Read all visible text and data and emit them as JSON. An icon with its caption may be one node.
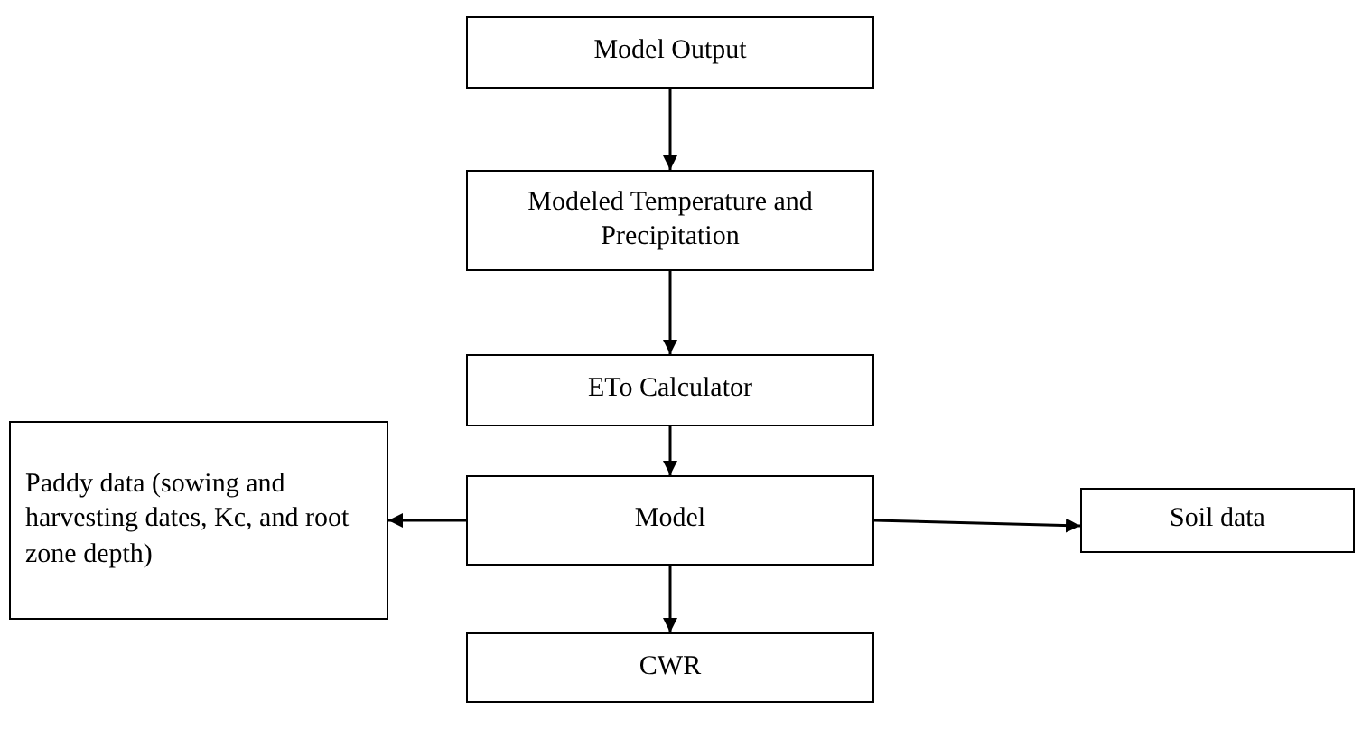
{
  "diagram": {
    "nodes": [
      {
        "text": [
          "Model Output"
        ]
      },
      {
        "text": [
          "Modeled Temperature and Precipitation"
        ]
      },
      {
        "text": [
          "ETo Calculator"
        ]
      },
      {
        "text": [
          "Model"
        ]
      },
      {
        "text": [
          "CWR"
        ]
      },
      {
        "text": [
          "Paddy  data (sowing and harvesting dates, Kc, and root zone depth)"
        ]
      },
      {
        "text": [
          "Soil data"
        ]
      }
    ],
    "edges": [
      {
        "from": 0,
        "to": 1,
        "arrow": "to"
      },
      {
        "from": 1,
        "to": 2,
        "arrow": "to"
      },
      {
        "from": 2,
        "to": 3,
        "arrow": "to"
      },
      {
        "from": 3,
        "to": 5,
        "arrow": "to"
      },
      {
        "from": 3,
        "to": 6,
        "arrow": "to"
      },
      {
        "from": 3,
        "to": 4,
        "arrow": "to"
      }
    ]
  }
}
